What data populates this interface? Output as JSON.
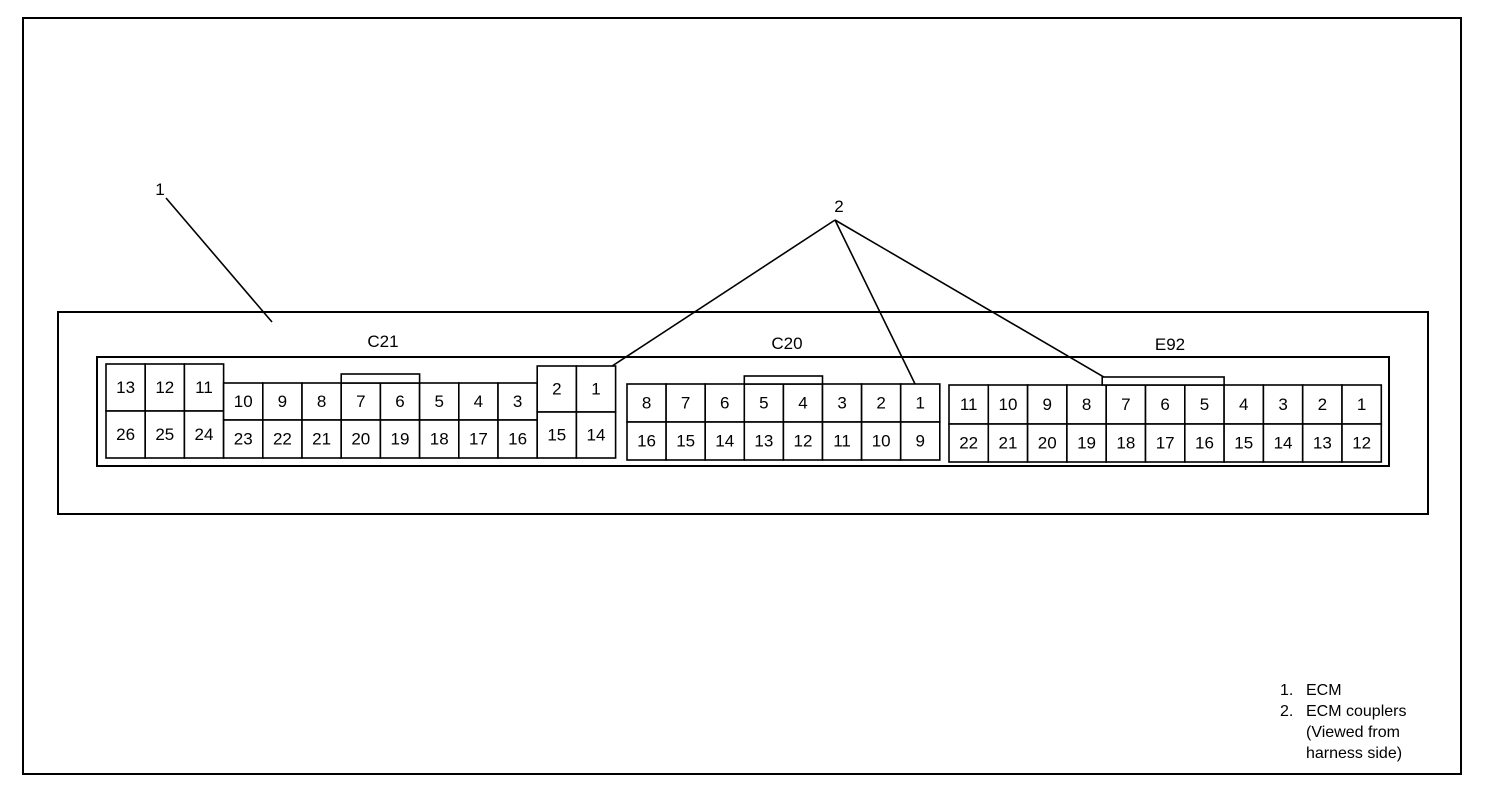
{
  "callouts": {
    "ecm": "1",
    "couplers": "2"
  },
  "couplers": [
    {
      "name": "C21",
      "top_pins": [
        "13",
        "12",
        "11",
        "10",
        "9",
        "8",
        "7",
        "6",
        "5",
        "4",
        "3",
        "2",
        "1"
      ],
      "bottom_pins": [
        "26",
        "25",
        "24",
        "23",
        "22",
        "21",
        "20",
        "19",
        "18",
        "17",
        "16",
        "15",
        "14"
      ]
    },
    {
      "name": "C20",
      "top_pins": [
        "8",
        "7",
        "6",
        "5",
        "4",
        "3",
        "2",
        "1"
      ],
      "bottom_pins": [
        "16",
        "15",
        "14",
        "13",
        "12",
        "11",
        "10",
        "9"
      ]
    },
    {
      "name": "E92",
      "top_pins": [
        "11",
        "10",
        "9",
        "8",
        "7",
        "6",
        "5",
        "4",
        "3",
        "2",
        "1"
      ],
      "bottom_pins": [
        "22",
        "21",
        "20",
        "19",
        "18",
        "17",
        "16",
        "15",
        "14",
        "13",
        "12"
      ]
    }
  ],
  "legend": [
    {
      "num": "1.",
      "text": "ECM"
    },
    {
      "num": "2.",
      "text": "ECM couplers\n(Viewed from\nharness side)"
    }
  ]
}
